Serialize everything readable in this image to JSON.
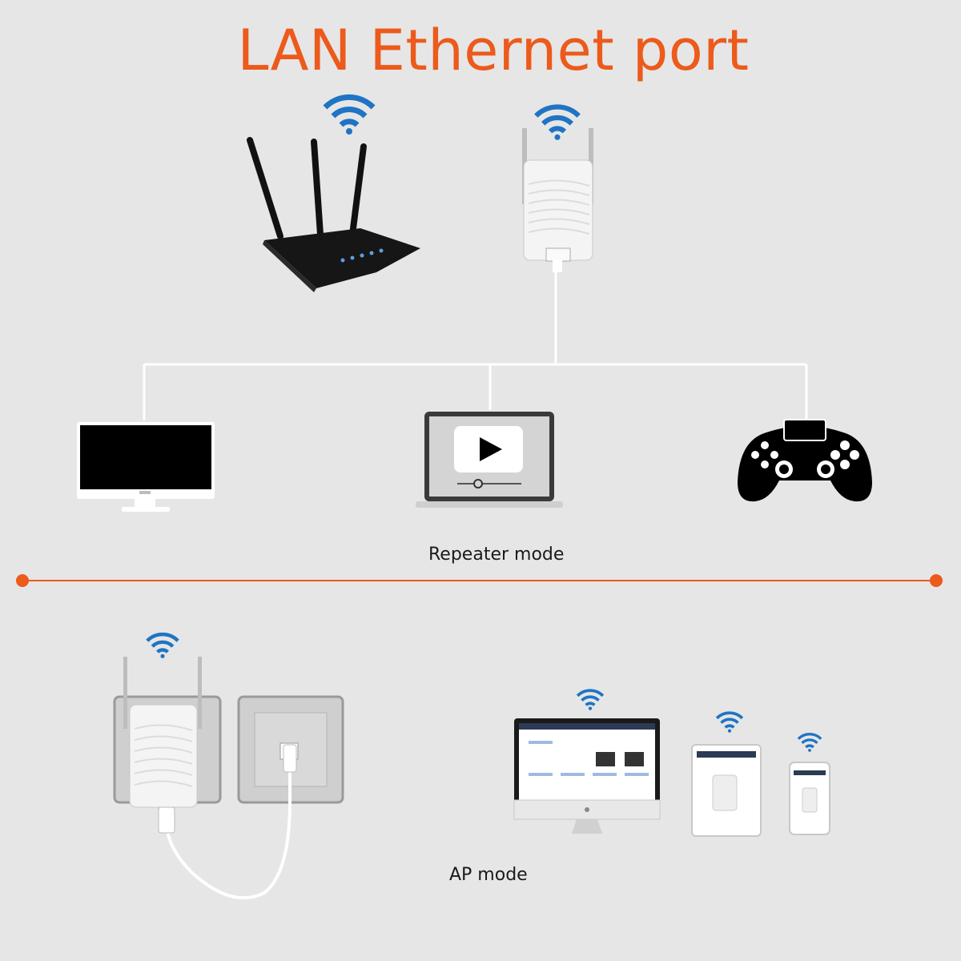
{
  "title": "LAN Ethernet port",
  "labels": {
    "repeater_mode": "Repeater mode",
    "ap_mode": "AP mode"
  },
  "colors": {
    "background": "#e6e6e6",
    "accent_orange": "#ec5a1c",
    "wifi_blue": "#1f74c4",
    "device_black": "#111111",
    "line_white": "#ffffff"
  },
  "icons": [
    "wifi-icon",
    "router-icon",
    "range-extender-icon",
    "monitor-icon",
    "laptop-video-icon",
    "gamepad-icon",
    "wall-socket-icon",
    "imac-icon",
    "tablet-icon",
    "phone-icon"
  ]
}
